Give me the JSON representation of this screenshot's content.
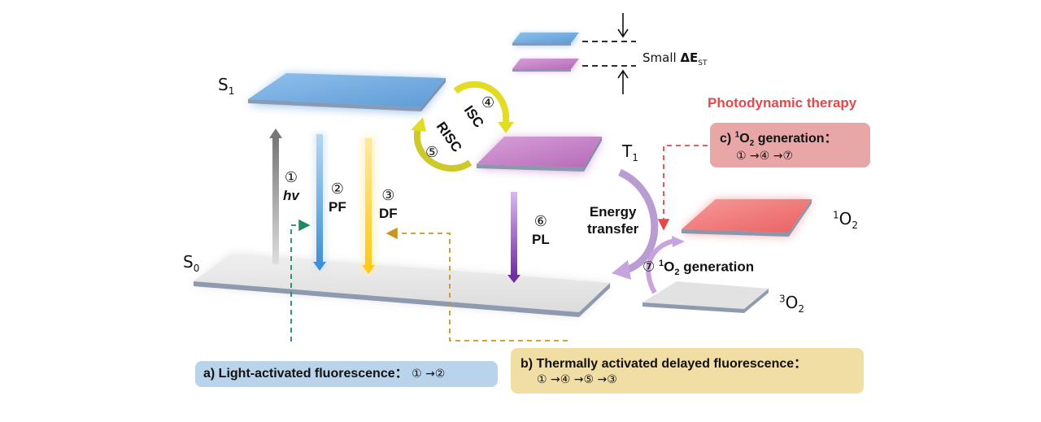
{
  "colors": {
    "singlet": "#6fa8dc",
    "triplet": "#c27fc4",
    "ground": "#e6e6e6",
    "singlet_oxygen": "#f07373",
    "isc_arrow": "#e6df2a",
    "pf_arrow": "#4a98d8",
    "df_arrow": "#ffd02a",
    "pl_arrow": "#7a3aa6",
    "energy_transfer_arrow": "#c5a4e0",
    "box_a": "#b8d3ea",
    "box_b": "#f1dea5",
    "box_c": "#e8a6a6",
    "therapy_text": "#e8474a",
    "line_a": "#1e8a5e",
    "line_b": "#c9961f",
    "line_c": "#e64646"
  },
  "states": {
    "s1": "S",
    "s1_sub": "1",
    "s0": "S",
    "s0_sub": "0",
    "t1": "T",
    "t1_sub": "1",
    "o2_singlet_sup": "1",
    "o2_singlet": "O",
    "o2_singlet_sub": "2",
    "o2_triplet_sup": "3",
    "o2_triplet": "O",
    "o2_triplet_sub": "2"
  },
  "gap": {
    "label_prefix": "Small ",
    "label_delta": "ΔE",
    "label_sub": "ST"
  },
  "steps": [
    {
      "num": "①",
      "label": "hv"
    },
    {
      "num": "②",
      "label": "PF"
    },
    {
      "num": "③",
      "label": "DF"
    },
    {
      "num": "④",
      "label": "ISC"
    },
    {
      "num": "⑤",
      "label": "RISC"
    },
    {
      "num": "⑥",
      "label": "PL"
    },
    {
      "num": "⑦",
      "label": "O",
      "prefix_sup": "1",
      "sub": "2",
      "suffix": " generation"
    }
  ],
  "energy_transfer": {
    "line1": "Energy",
    "line2": "transfer"
  },
  "therapy_title": "Photodynamic therapy",
  "boxes": {
    "a": {
      "title": "a) Light-activated fluorescence：",
      "sequence": "① →②"
    },
    "b": {
      "title": "b) Thermally activated delayed fluorescence：",
      "sequence": "① →④ →⑤ →③"
    },
    "c": {
      "title_prefix": "c) ",
      "title_sup": "1",
      "title_o": "O",
      "title_sub": "2",
      "title_suffix": " generation：",
      "sequence": "① →④ →⑦"
    }
  }
}
